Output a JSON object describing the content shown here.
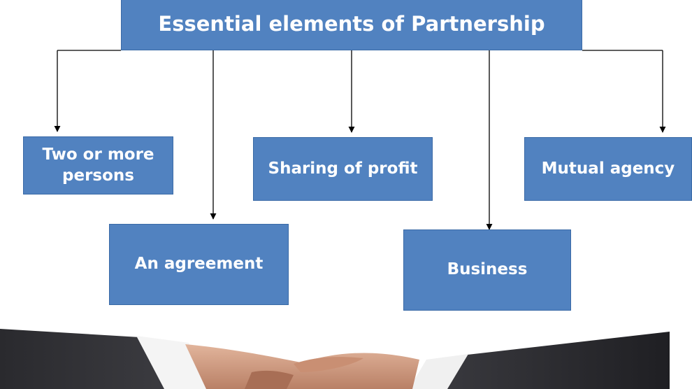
{
  "title": "Essential elements of Partnership",
  "elements": {
    "persons": "Two or more\npersons",
    "agreement": "An agreement",
    "profit": "Sharing of profit",
    "business": "Business",
    "agency": "Mutual agency"
  },
  "colors": {
    "box_fill": "#5182c0",
    "box_text": "#ffffff",
    "connector": "#000000"
  },
  "icons": {
    "photo": "handshake-photo"
  }
}
